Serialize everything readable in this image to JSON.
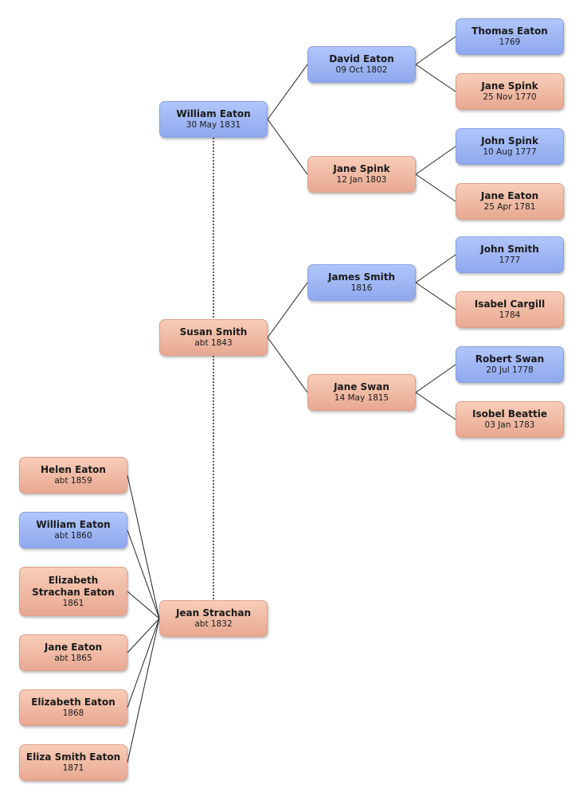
{
  "colors": {
    "male": "#9fb6f5",
    "female": "#f0b9a4",
    "line": "#222222"
  },
  "people": {
    "william_eaton": {
      "name": "William Eaton",
      "date": "30 May 1831",
      "sex": "male"
    },
    "susan_smith": {
      "name": "Susan Smith",
      "date": "abt 1843",
      "sex": "female"
    },
    "jean_strachan": {
      "name": "Jean Strachan",
      "date": "abt 1832",
      "sex": "female"
    },
    "david_eaton": {
      "name": "David Eaton",
      "date": "09 Oct 1802",
      "sex": "male"
    },
    "jane_spink_1803": {
      "name": "Jane Spink",
      "date": "12 Jan 1803",
      "sex": "female"
    },
    "james_smith": {
      "name": "James Smith",
      "date": "1816",
      "sex": "male"
    },
    "jane_swan": {
      "name": "Jane Swan",
      "date": "14 May 1815",
      "sex": "female"
    },
    "thomas_eaton": {
      "name": "Thomas Eaton",
      "date": "1769",
      "sex": "male"
    },
    "jane_spink_1770": {
      "name": "Jane Spink",
      "date": "25 Nov 1770",
      "sex": "female"
    },
    "john_spink": {
      "name": "John Spink",
      "date": "10 Aug 1777",
      "sex": "male"
    },
    "jane_eaton_1781": {
      "name": "Jane Eaton",
      "date": "25 Apr 1781",
      "sex": "female"
    },
    "john_smith": {
      "name": "John Smith",
      "date": "1777",
      "sex": "male"
    },
    "isabel_cargill": {
      "name": "Isabel Cargill",
      "date": "1784",
      "sex": "female"
    },
    "robert_swan": {
      "name": "Robert Swan",
      "date": "20 Jul 1778",
      "sex": "male"
    },
    "isobel_beattie": {
      "name": "Isobel Beattie",
      "date": "03 Jan 1783",
      "sex": "female"
    },
    "helen_eaton": {
      "name": "Helen Eaton",
      "date": "abt 1859",
      "sex": "female"
    },
    "william_eaton_1860": {
      "name": "William Eaton",
      "date": "abt 1860",
      "sex": "male"
    },
    "elizabeth_strachan_eaton": {
      "name": "Elizabeth Strachan Eaton",
      "date": "1861",
      "sex": "female"
    },
    "jane_eaton_1865": {
      "name": "Jane Eaton",
      "date": "abt 1865",
      "sex": "female"
    },
    "elizabeth_eaton": {
      "name": "Elizabeth Eaton",
      "date": "1868",
      "sex": "female"
    },
    "eliza_smith_eaton": {
      "name": "Eliza Smith Eaton",
      "date": "1871",
      "sex": "female"
    }
  }
}
